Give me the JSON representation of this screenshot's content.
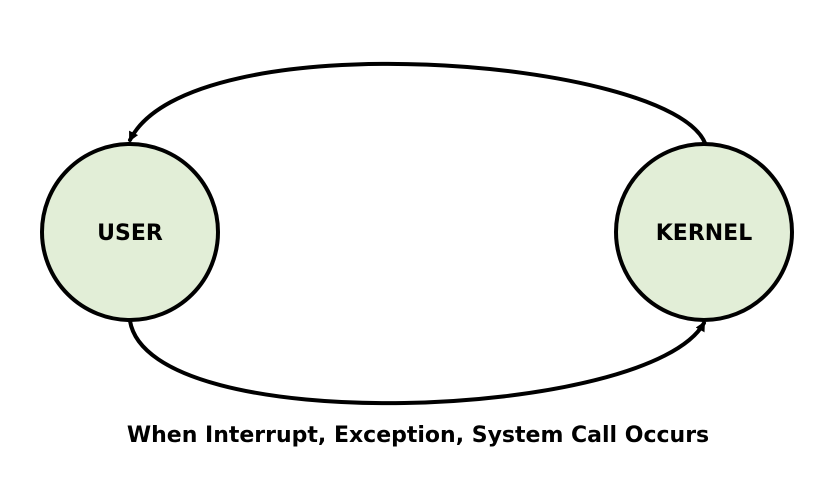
{
  "nodes": {
    "user": {
      "label": "USER"
    },
    "kernel": {
      "label": "KERNEL"
    }
  },
  "caption": "When Interrupt, Exception, System Call Occurs",
  "colors": {
    "node_fill": "#e2eed7",
    "stroke": "#000000",
    "background": "#ffffff"
  }
}
